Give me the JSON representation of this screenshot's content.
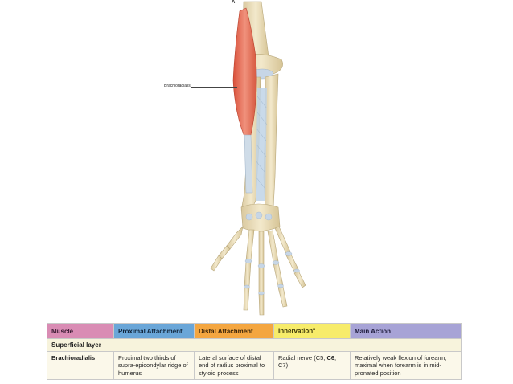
{
  "figure": {
    "panel_letter": "A",
    "label": "Brachioradialis"
  },
  "table": {
    "headers": {
      "muscle": "Muscle",
      "proximal": "Proximal Attachment",
      "distal": "Distal Attachment",
      "innervation": "Innervation",
      "innervation_mark": "a",
      "action": "Main Action"
    },
    "section": "Superficial layer",
    "rows": [
      {
        "muscle": "Brachioradialis",
        "proximal": "Proximal two thirds of supra-epicondylar ridge of humerus",
        "distal": "Lateral surface of distal end of radius proximal to styloid process",
        "innervation_pre": "Radial nerve (C5, ",
        "innervation_bold": "C6",
        "innervation_post": ", C7)",
        "action": "Relatively weak flexion of forearm; maximal when forearm is in mid-pronated position"
      }
    ]
  },
  "colors": {
    "muscle_header": "#d98cb4",
    "proximal_header": "#6aa6d8",
    "distal_header": "#f4a640",
    "innervation_header": "#f7ec6a",
    "action_header": "#a7a3d6",
    "muscle_red": "#e8715b",
    "bone": "#efe3c2"
  }
}
